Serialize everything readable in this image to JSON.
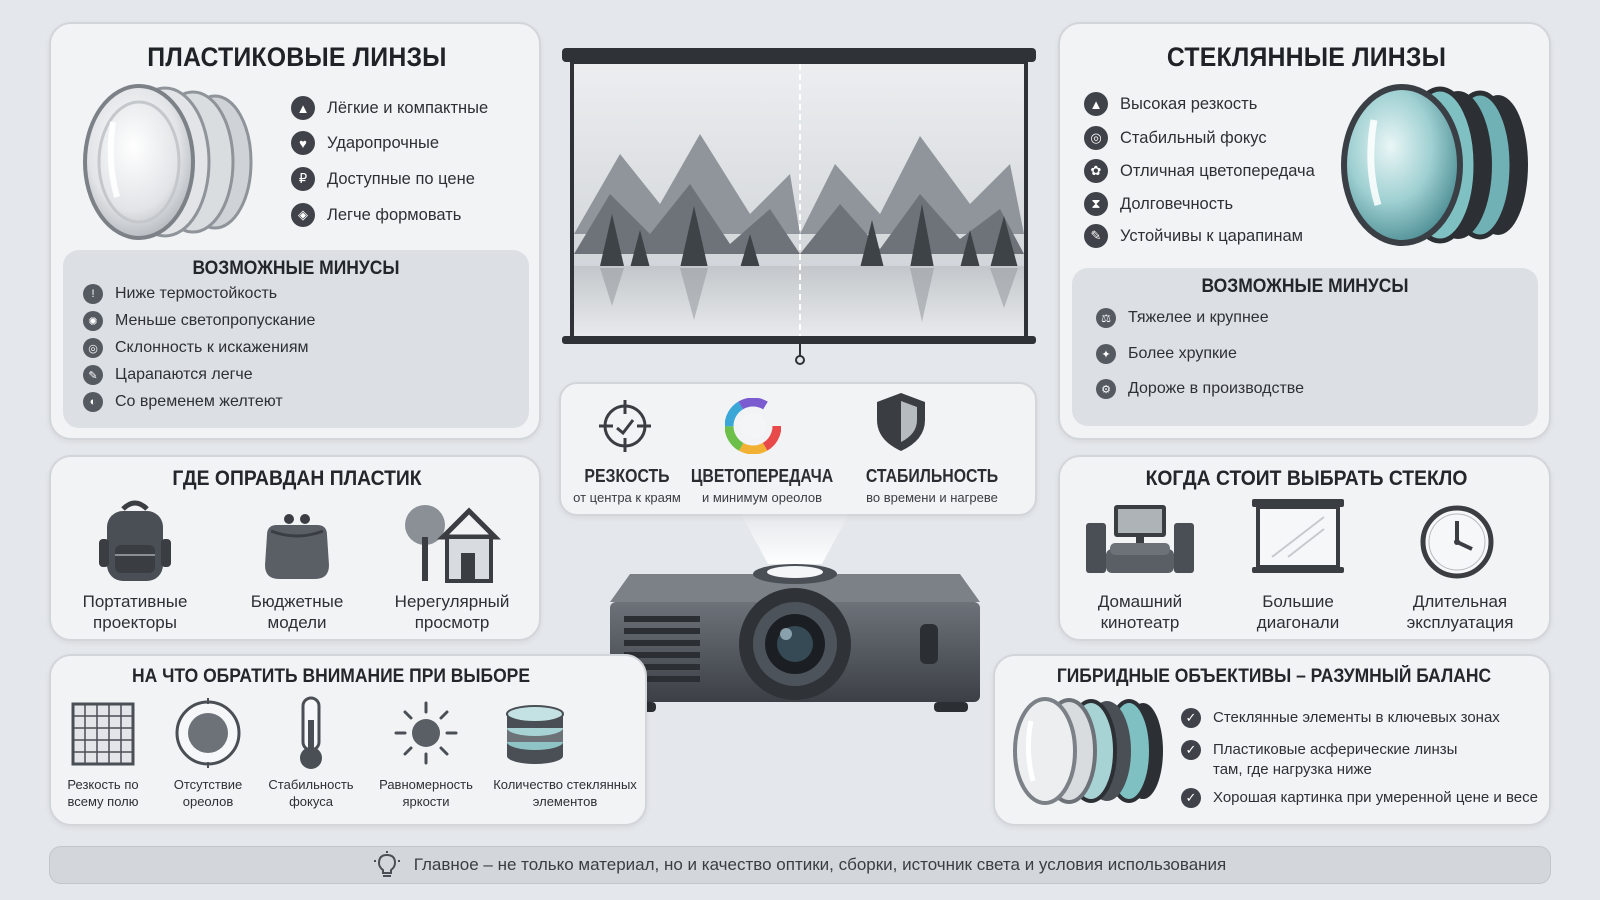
{
  "plastic": {
    "title": "ПЛАСТИКОВЫЕ ЛИНЗЫ",
    "pros": [
      {
        "icon": "weight-icon",
        "label": "Лёгкие и компактные"
      },
      {
        "icon": "heart-shield-icon",
        "label": "Ударопрочные"
      },
      {
        "icon": "price-tag-icon",
        "label": "Доступные по цене"
      },
      {
        "icon": "mold-icon",
        "label": "Легче формовать"
      }
    ],
    "cons_title": "ВОЗМОЖНЫЕ МИНУСЫ",
    "cons": [
      {
        "icon": "heat-icon",
        "label": "Ниже термостойкость"
      },
      {
        "icon": "light-icon",
        "label": "Меньше светопропускание"
      },
      {
        "icon": "distortion-icon",
        "label": "Склонность к искажениям"
      },
      {
        "icon": "scratch-icon",
        "label": "Царапаются легче"
      },
      {
        "icon": "yellowing-icon",
        "label": "Со временем желтеют"
      }
    ]
  },
  "glass": {
    "title": "СТЕКЛЯННЫЕ ЛИНЗЫ",
    "pros": [
      {
        "icon": "sharpness-icon",
        "label": "Высокая резкость"
      },
      {
        "icon": "focus-icon",
        "label": "Стабильный фокус"
      },
      {
        "icon": "color-icon",
        "label": "Отличная цветопередача"
      },
      {
        "icon": "durability-icon",
        "label": "Долговечность"
      },
      {
        "icon": "scratch-resist-icon",
        "label": "Устойчивы к царапинам"
      }
    ],
    "cons_title": "ВОЗМОЖНЫЕ МИНУСЫ",
    "cons": [
      {
        "icon": "weight-icon",
        "label": "Тяжелее и крупнее"
      },
      {
        "icon": "fragile-icon",
        "label": "Более хрупкие"
      },
      {
        "icon": "cost-icon",
        "label": "Дороже в производстве"
      }
    ]
  },
  "center": {
    "qualities": [
      {
        "icon": "crosshair-icon",
        "title": "РЕЗКОСТЬ",
        "subtitle": "от центра к краям"
      },
      {
        "icon": "color-wheel-icon",
        "title": "ЦВЕТОПЕРЕДАЧА",
        "subtitle": "и минимум ореолов"
      },
      {
        "icon": "shield-icon",
        "title": "СТАБИЛЬНОСТЬ",
        "subtitle": "во времени и нагреве"
      }
    ]
  },
  "plastic_use": {
    "title": "ГДЕ ОПРАВДАН ПЛАСТИК",
    "items": [
      {
        "icon": "backpack-icon",
        "label": "Портативные проекторы"
      },
      {
        "icon": "wallet-icon",
        "label": "Бюджетные модели"
      },
      {
        "icon": "house-icon",
        "label": "Нерегулярный просмотр"
      }
    ]
  },
  "glass_use": {
    "title": "КОГДА СТОИТ ВЫБРАТЬ СТЕКЛО",
    "items": [
      {
        "icon": "home-theater-icon",
        "label": "Домашний кинотеатр"
      },
      {
        "icon": "screen-icon",
        "label": "Большие диагонали"
      },
      {
        "icon": "clock-icon",
        "label": "Длительная эксплуатация"
      }
    ]
  },
  "choose": {
    "title": "НА ЧТО ОБРАТИТЬ ВНИМАНИЕ ПРИ ВЫБОРЕ",
    "items": [
      {
        "icon": "grid-icon",
        "label": "Резкость по всему полю"
      },
      {
        "icon": "halo-icon",
        "label": "Отсутствие ореолов"
      },
      {
        "icon": "thermometer-icon",
        "label": "Стабильность фокуса"
      },
      {
        "icon": "sun-icon",
        "label": "Равномерность яркости"
      },
      {
        "icon": "lens-stack-icon",
        "label": "Количество стеклянных элементов"
      }
    ]
  },
  "hybrid": {
    "title": "ГИБРИДНЫЕ ОБЪЕКТИВЫ – РАЗУМНЫЙ БАЛАНС",
    "items": [
      "Стеклянные элементы в ключевых зонах",
      "Пластиковые асферические линзы там, где нагрузка ниже",
      "Хорошая картинка при умеренной цене и весе"
    ]
  },
  "footer": {
    "icon": "lightbulb-icon",
    "text": "Главное – не только материал, но и качество оптики, сборки, источник света и условия использования"
  }
}
